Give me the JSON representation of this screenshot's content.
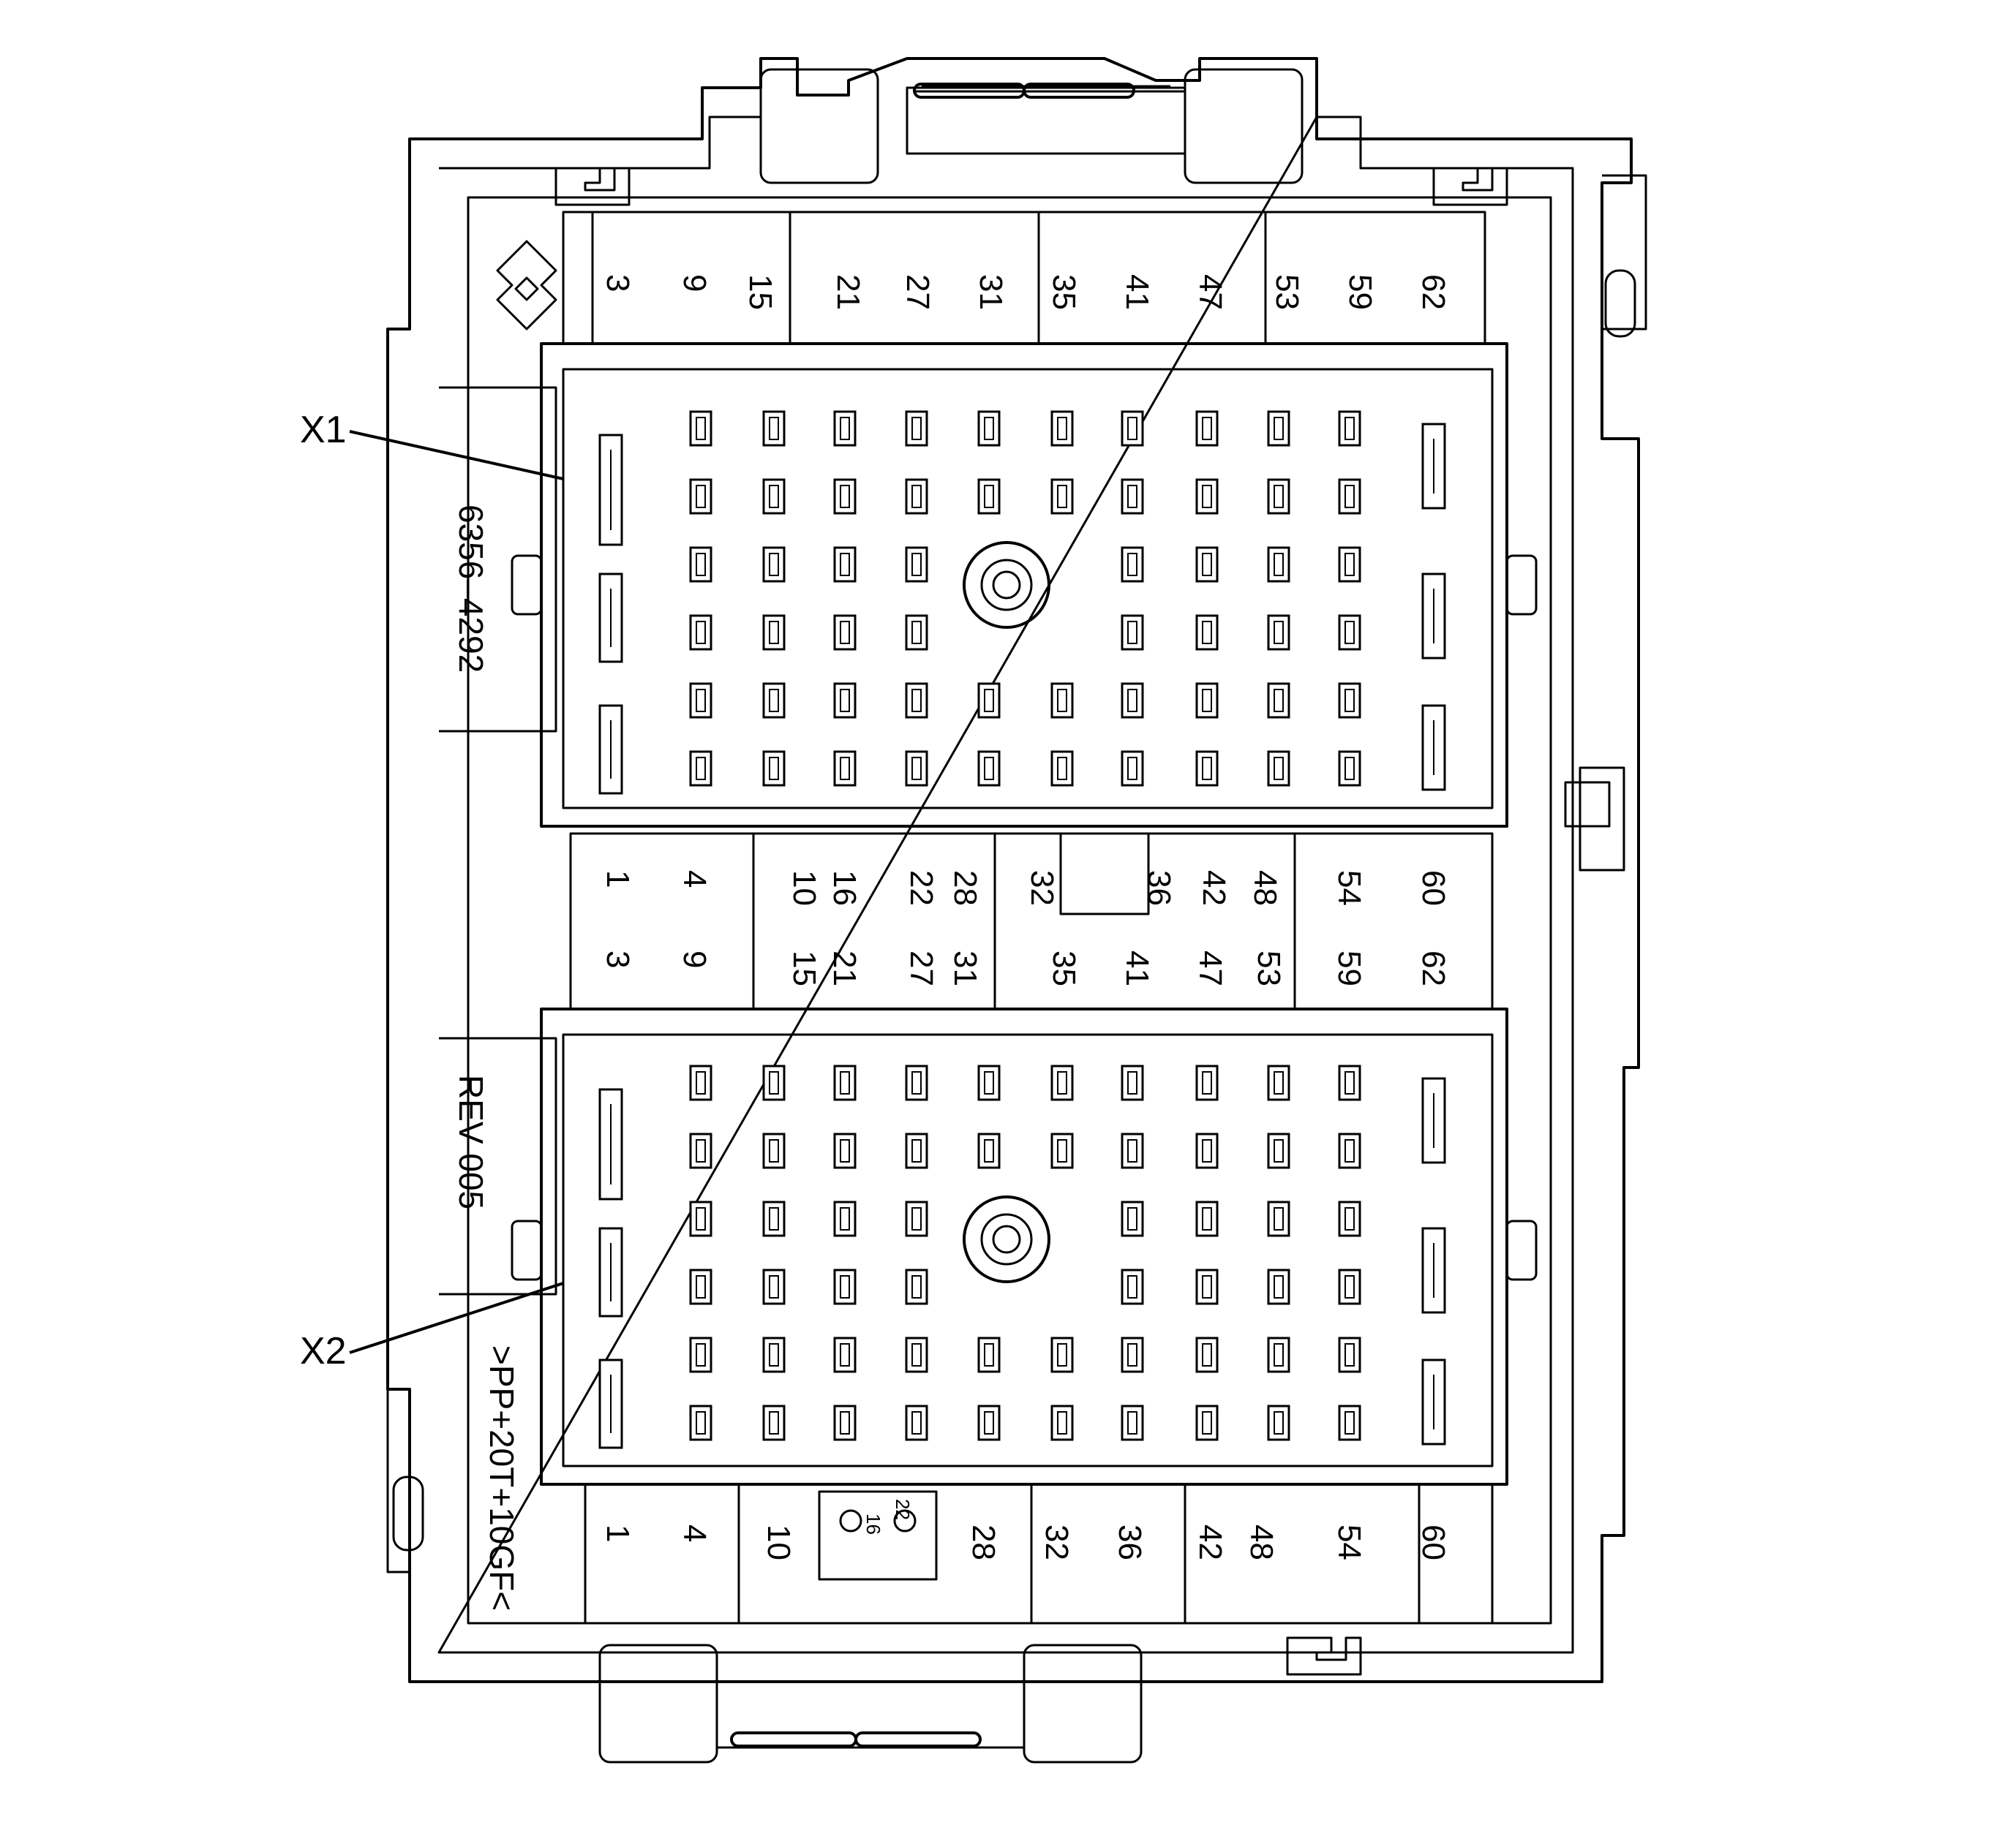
{
  "callouts": {
    "x1": "X1",
    "x2": "X2"
  },
  "side_text": {
    "part_number": "6356–4292",
    "revision": "REV 005",
    "material": ">PP+20T+10GF<"
  },
  "pin_labels": {
    "top_row": [
      "3",
      "9",
      "15",
      "21",
      "27",
      "31",
      "35",
      "41",
      "47",
      "53",
      "59",
      "62"
    ],
    "mid_upper": [
      "1",
      "4",
      "10",
      "16",
      "22",
      "28",
      "32",
      "36",
      "42",
      "48",
      "54",
      "60"
    ],
    "mid_lower": [
      "3",
      "9",
      "15",
      "21",
      "27",
      "31",
      "35",
      "41",
      "47",
      "53",
      "59",
      "62"
    ],
    "bottom_row": [
      "1",
      "4",
      "10",
      "28",
      "32",
      "36",
      "42",
      "48",
      "54",
      "60"
    ],
    "latch_small": [
      "22",
      "16"
    ]
  },
  "colors": {
    "line": "#000000",
    "background": "#ffffff"
  }
}
